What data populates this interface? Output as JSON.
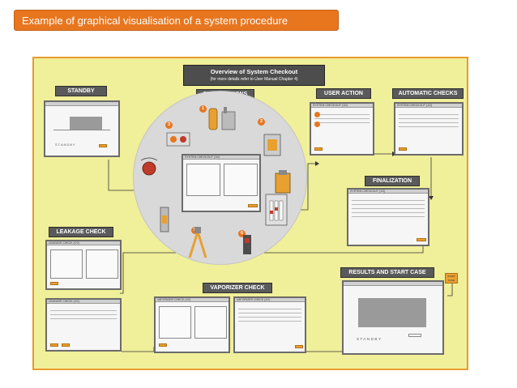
{
  "slide": {
    "title": "Example of graphical visualisation of a system procedure"
  },
  "poster": {
    "title": "Overview of System Checkout",
    "subtitle": "(for more details refer to User Manual Chapter 4)",
    "sections": {
      "standby": "STANDBY",
      "preparations": "PREPARATIONS",
      "user_action": "USER ACTION",
      "automatic_checks": "AUTOMATIC CHECKS",
      "finalization": "FINALIZATION",
      "leakage_check": "LEAKAGE CHECK",
      "vaporizer_check": "VAPORIZER CHECK",
      "results": "RESULTS AND START CASE"
    },
    "screens": {
      "checkout_header": "SYSTEM CHECKOUT (1/2)",
      "leakage_header": "LEAKAGE CHECK (1/2)",
      "leakage_header_2": "LEAKAGE CHECK (2/2)",
      "vaporizer_header": "VAPORIZER CHECK (1/2)",
      "vaporizer_header_2": "VAPORIZER CHECK (2/2)",
      "standby_text": "STANDBY",
      "results_standby_text": "STANDBY",
      "start_tag": "START CASE"
    },
    "steps": [
      "1",
      "2",
      "3",
      "4",
      "5",
      "6"
    ],
    "colors": {
      "accent": "#e8761f",
      "poster_bg": "#f0ef9a",
      "label_bg": "#5a5a5a",
      "circle_bg": "#d9d9d9"
    }
  }
}
